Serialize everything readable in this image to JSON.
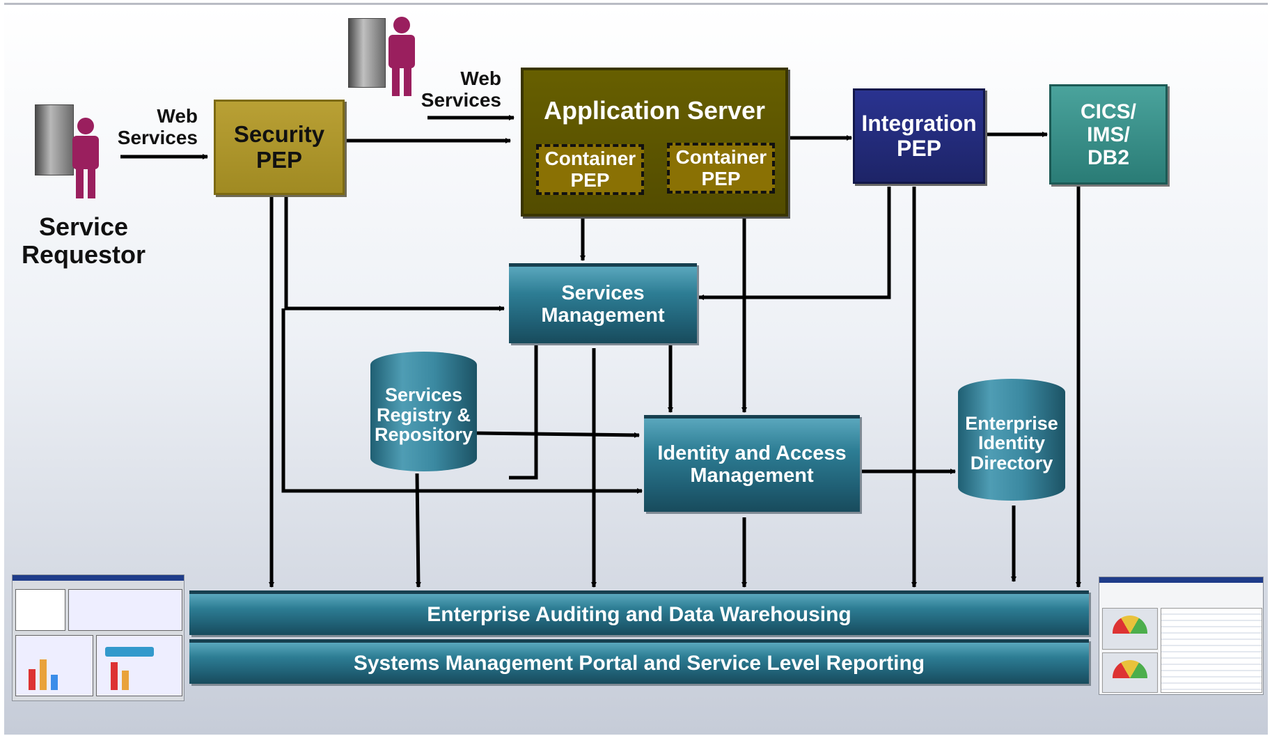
{
  "requestor": {
    "label": "Service Requestor",
    "ws_label_1": "Web Services",
    "ws_label_2": "Web Services"
  },
  "security_pep": {
    "label": "Security PEP",
    "color": "#a88f2a"
  },
  "app_server": {
    "title": "Application Server",
    "container_1": "Container PEP",
    "container_2": "Container PEP",
    "color": "#5b5400"
  },
  "integration_pep": {
    "label": "Integration PEP",
    "color": "#222a7a"
  },
  "cics": {
    "label": "CICS/ IMS/ DB2",
    "color": "#2f8a84"
  },
  "services_mgmt": {
    "label": "Services Management"
  },
  "registry": {
    "label": "Services Registry & Repository"
  },
  "iam": {
    "label": "Identity and Access Management"
  },
  "directory": {
    "label": "Enterprise Identity Directory"
  },
  "bars": {
    "auditing": "Enterprise Auditing and Data Warehousing",
    "portal": "Systems Management Portal and Service Level Reporting"
  },
  "icons": [
    "server-icon",
    "person-icon",
    "screenshot-thumbnail-icon"
  ]
}
